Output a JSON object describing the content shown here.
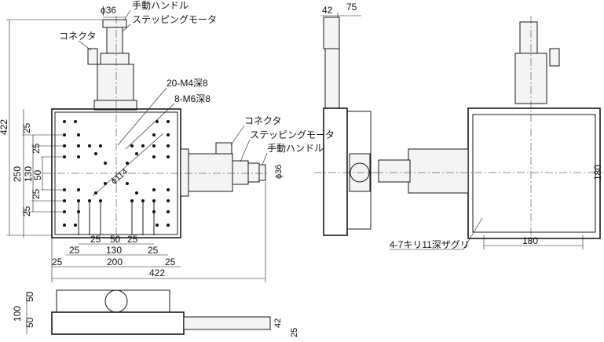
{
  "dims": {
    "d_phi36": "ϕ36",
    "d_422_left": "422",
    "d_250": "250",
    "d_130_left": "130",
    "d_50_left": "50",
    "d_25_l1": "25",
    "d_25_l2": "25",
    "d_25_l3": "25",
    "d_25_l4": "25",
    "d_25_b1": "25",
    "d_50_b": "50",
    "d_25_b2": "25",
    "d_25_b3": "25",
    "d_130_b": "130",
    "d_25_b4": "25",
    "d_25_b5": "25",
    "d_200": "200",
    "d_25_b6": "25",
    "d_422_b": "422",
    "d_114": "114",
    "d_42_top": "42",
    "d_75_top": "75",
    "d_180_r": "180",
    "d_180_b": "180",
    "d_100": "100",
    "d_50_s1": "50",
    "d_50_s2": "50",
    "d_42_s": "42",
    "d_25_s": "25",
    "d_phi36_r": "ϕ36"
  },
  "labels": {
    "hand_handle_top": "手動ハンドル",
    "stepping_motor_top": "ステッピングモータ",
    "connector_top": "コネクタ",
    "tap_m4": "20-M4深8",
    "tap_m6": "8-M6深8",
    "connector_right": "コネクタ",
    "stepping_motor_right": "ステッピングモータ",
    "hand_handle_right": "手動ハンドル",
    "counterbore": "4-7キリ11深ザグリ"
  }
}
